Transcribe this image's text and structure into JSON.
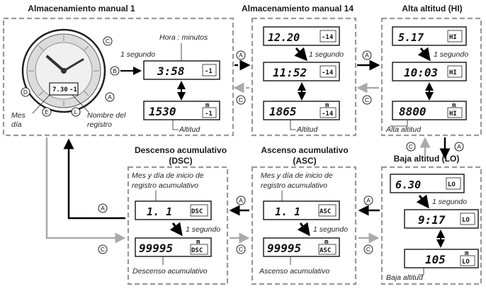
{
  "titles": {
    "manual1": "Almacenamiento manual 1",
    "manual14": "Almacenamiento manual 14",
    "high": "Alta altitud (HI)",
    "low": "Baja altitud (LO)",
    "dsc": "Descenso acumulativo",
    "dsc_code": "(DSC)",
    "asc": "Ascenso acumulativo",
    "asc_code": "(ASC)"
  },
  "labels": {
    "time": "Hora : minutos",
    "one_second": "1 segundo",
    "altitude": "Altitud",
    "month_day_1": "Mes",
    "month_day_2": "día",
    "record_name_1": "Nombre del",
    "record_name_2": "registro",
    "high_altitude": "Alta altitud",
    "low_altitude": "Baja altitud",
    "start_date_1": "Mes y día de inicio de",
    "start_date_2": "registro acumulativo",
    "dsc_total": "Descenso acumulativo",
    "asc_total": "Ascenso acumulativo"
  },
  "buttons": {
    "a": "A",
    "b": "B",
    "c": "C",
    "d": "D",
    "e": "E",
    "l": "L"
  },
  "watch_face": {
    "date": "7.30",
    "code": "-1"
  },
  "displays": {
    "m1_time": "3:58",
    "m1_time_code": "-1",
    "m1_alt": "1530",
    "m1_alt_code": "-1",
    "m1_unit": "m",
    "m14_date": "12.20",
    "m14_date_code": "-14",
    "m14_time": "11:52",
    "m14_time_code": "-14",
    "m14_alt": "1865",
    "m14_alt_code": "-14",
    "m14_unit": "m",
    "hi_date": "5.17",
    "hi_date_code": "HI",
    "hi_time": "10:03",
    "hi_time_code": "HI",
    "hi_alt": "8800",
    "hi_alt_code": "HI",
    "hi_unit": "m",
    "lo_date": "6.30",
    "lo_date_code": "LO",
    "lo_time": "9:17",
    "lo_time_code": "LO",
    "lo_alt": "105",
    "lo_alt_code": "LO",
    "lo_unit": "m",
    "dsc_date": "1. 1",
    "dsc_date_code": "DSC",
    "dsc_total": "99995",
    "dsc_total_code": "DSC",
    "dsc_unit": "m",
    "asc_date": "1. 1",
    "asc_date_code": "ASC",
    "asc_total": "99995",
    "asc_total_code": "ASC",
    "asc_unit": "m"
  },
  "colors": {
    "dashed_border": "#999999",
    "gray_arrow": "#aaaaaa",
    "black_arrow": "#000000"
  }
}
